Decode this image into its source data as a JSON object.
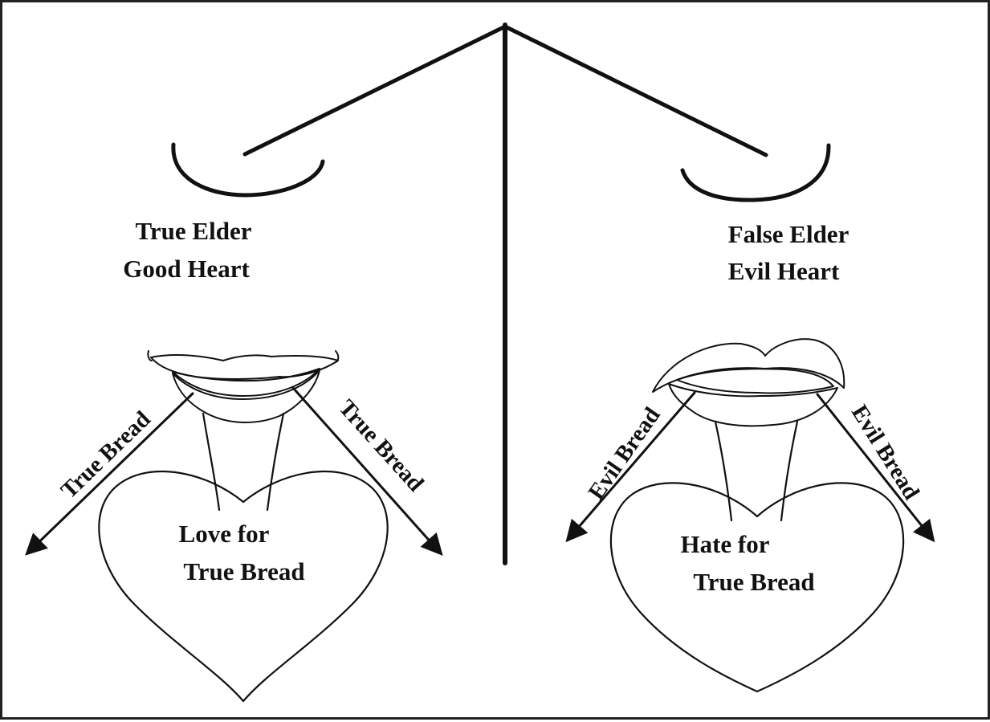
{
  "left": {
    "header_line1": "True Elder",
    "header_line2": "Good Heart",
    "arrow_left_label": "True Bread",
    "arrow_right_label": "True Bread",
    "heart_line1": "Love for",
    "heart_line2": "True Bread"
  },
  "right": {
    "header_line1": "False Elder",
    "header_line2": "Evil Heart",
    "arrow_left_label": "Evil Bread",
    "arrow_right_label": "Evil Bread",
    "heart_line1": "Hate for",
    "heart_line2": "True Bread"
  },
  "colors": {
    "ink": "#111111",
    "background": "#ffffff"
  }
}
